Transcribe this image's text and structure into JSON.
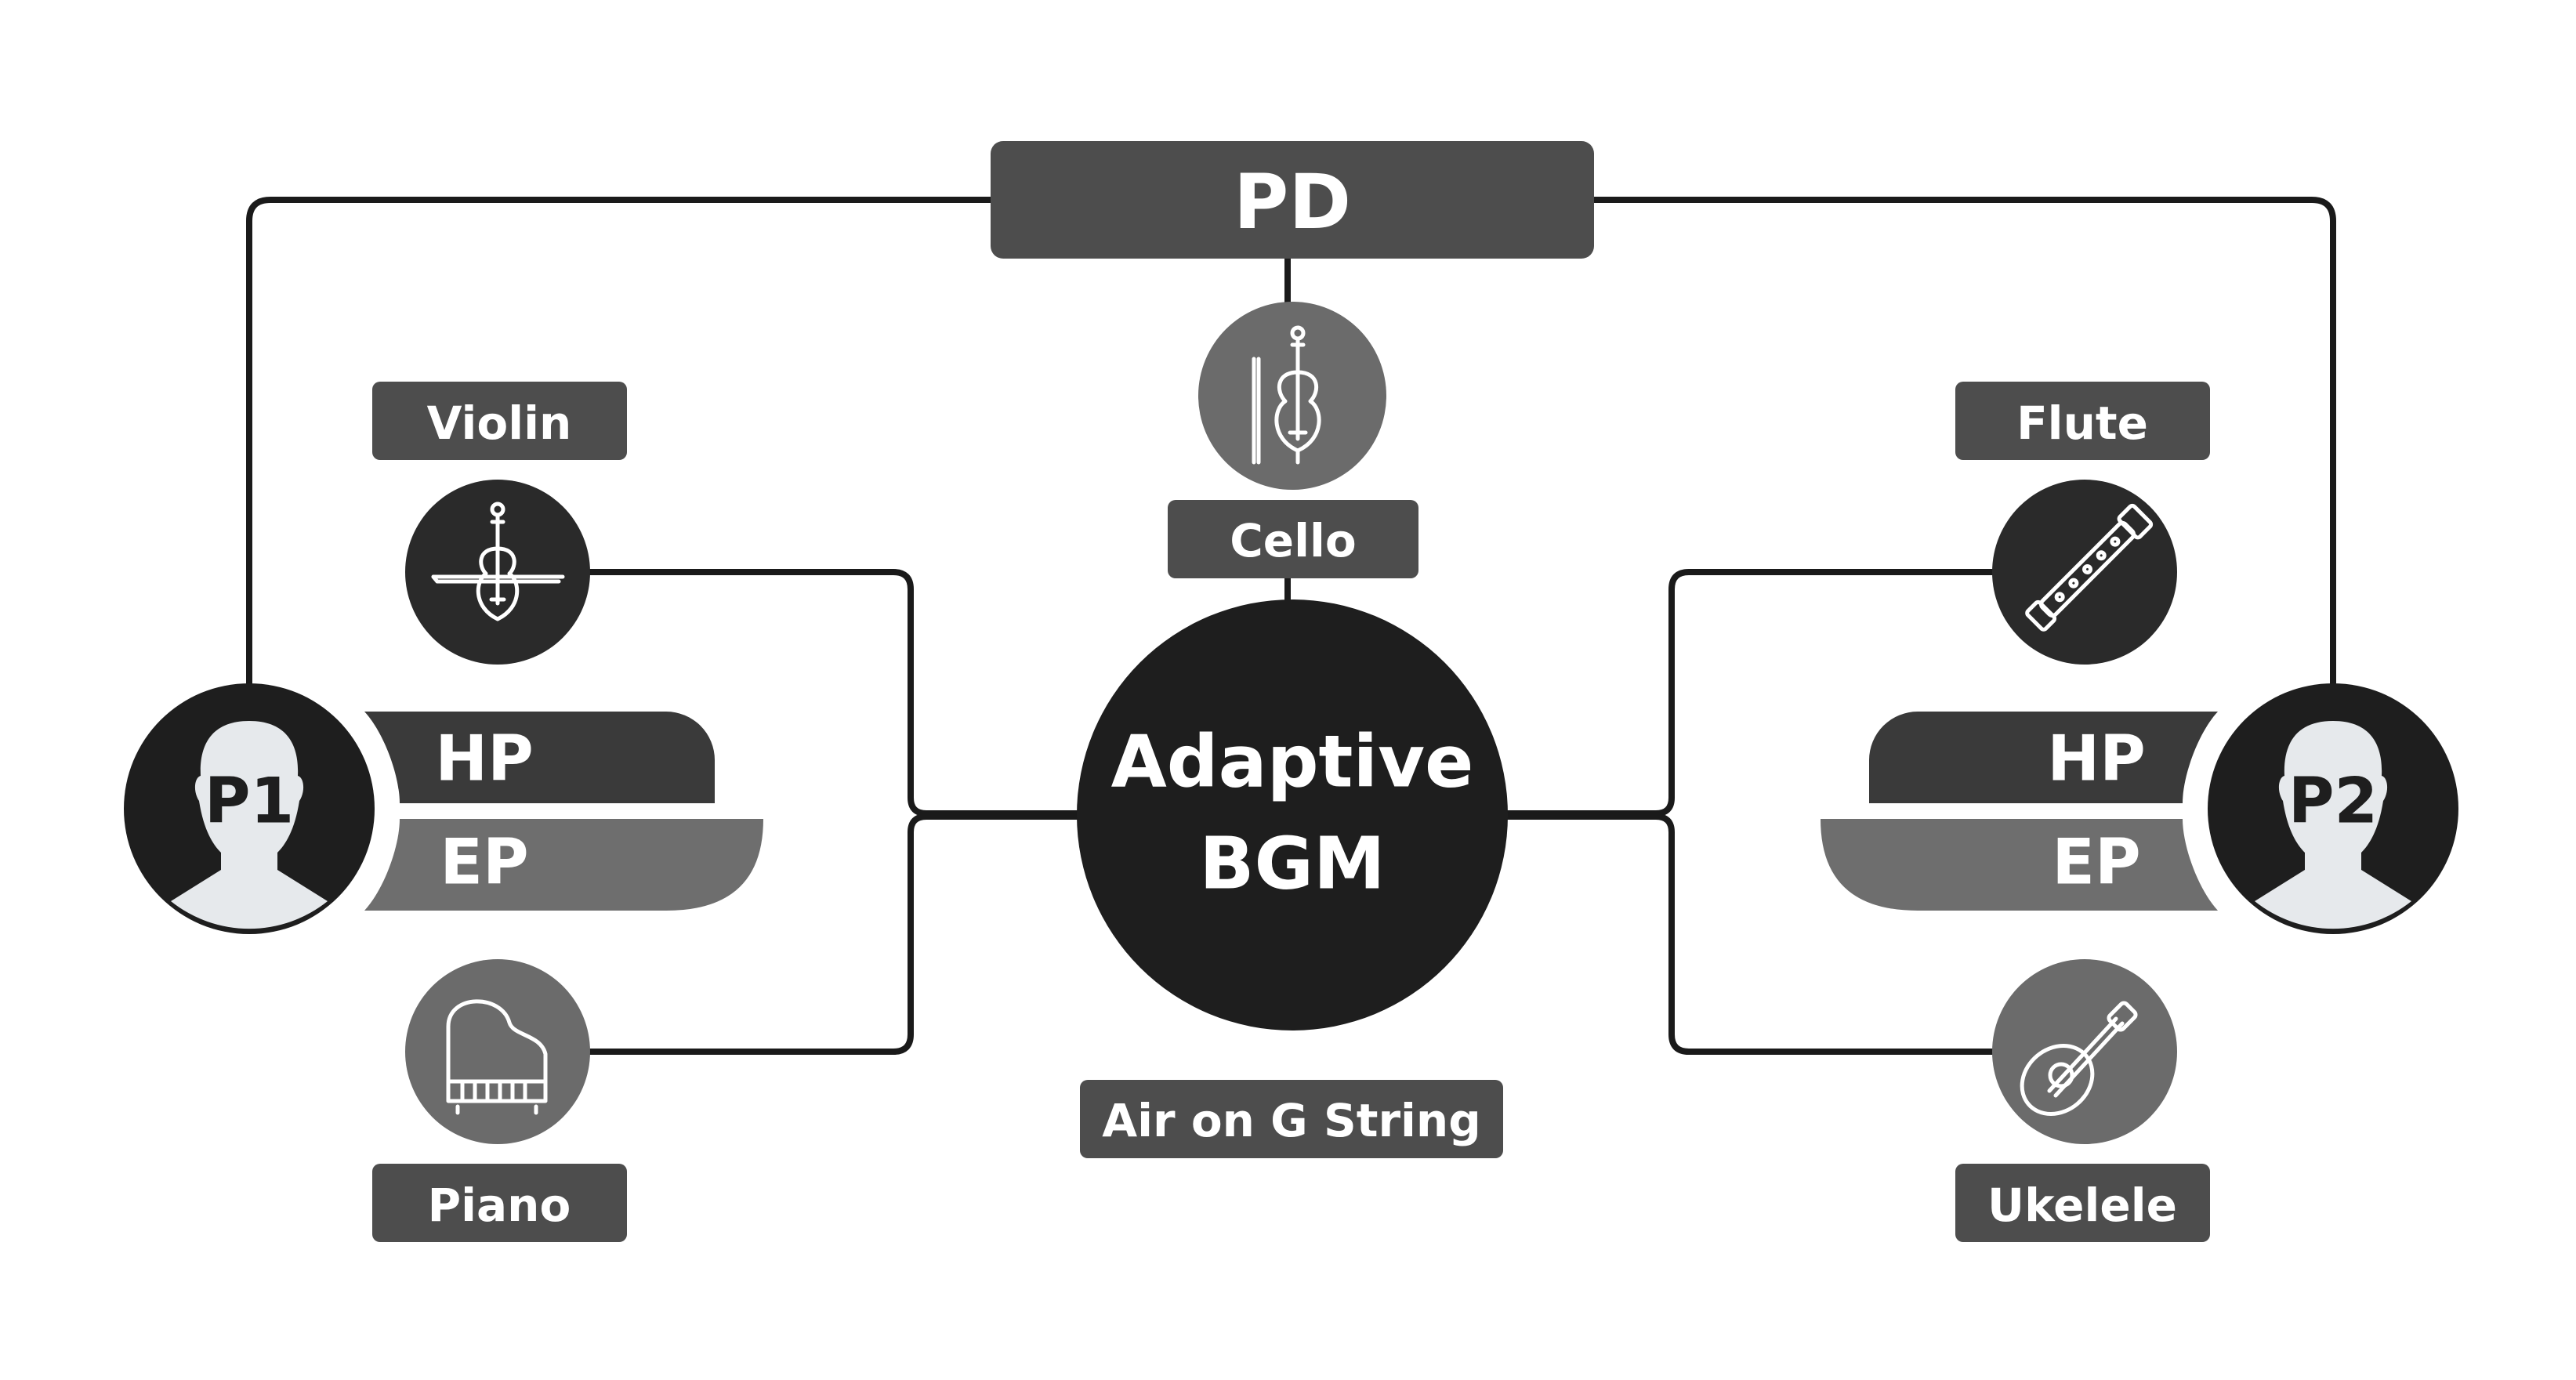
{
  "title": "PD",
  "center": {
    "line1": "Adaptive",
    "line2": "BGM",
    "song": "Air on G String"
  },
  "top_instrument": {
    "label": "Cello",
    "icon": "cello-icon"
  },
  "player_left": {
    "id": "P1",
    "bar_top": "HP",
    "bar_bottom": "EP",
    "instrument_top": {
      "label": "Violin",
      "icon": "violin-icon"
    },
    "instrument_bottom": {
      "label": "Piano",
      "icon": "piano-icon"
    }
  },
  "player_right": {
    "id": "P2",
    "bar_top": "HP",
    "bar_bottom": "EP",
    "instrument_top": {
      "label": "Flute",
      "icon": "flute-icon"
    },
    "instrument_bottom": {
      "label": "Ukelele",
      "icon": "ukulele-icon"
    }
  },
  "colors": {
    "dark": "#1e1e1e",
    "panel": "#4d4d4d",
    "bar_dark": "#3a3a3a",
    "bar_light": "#6e6e6e",
    "circle_mid": "#6b6b6b",
    "face": "#e6e9ec",
    "line": "#1a1a1a"
  }
}
